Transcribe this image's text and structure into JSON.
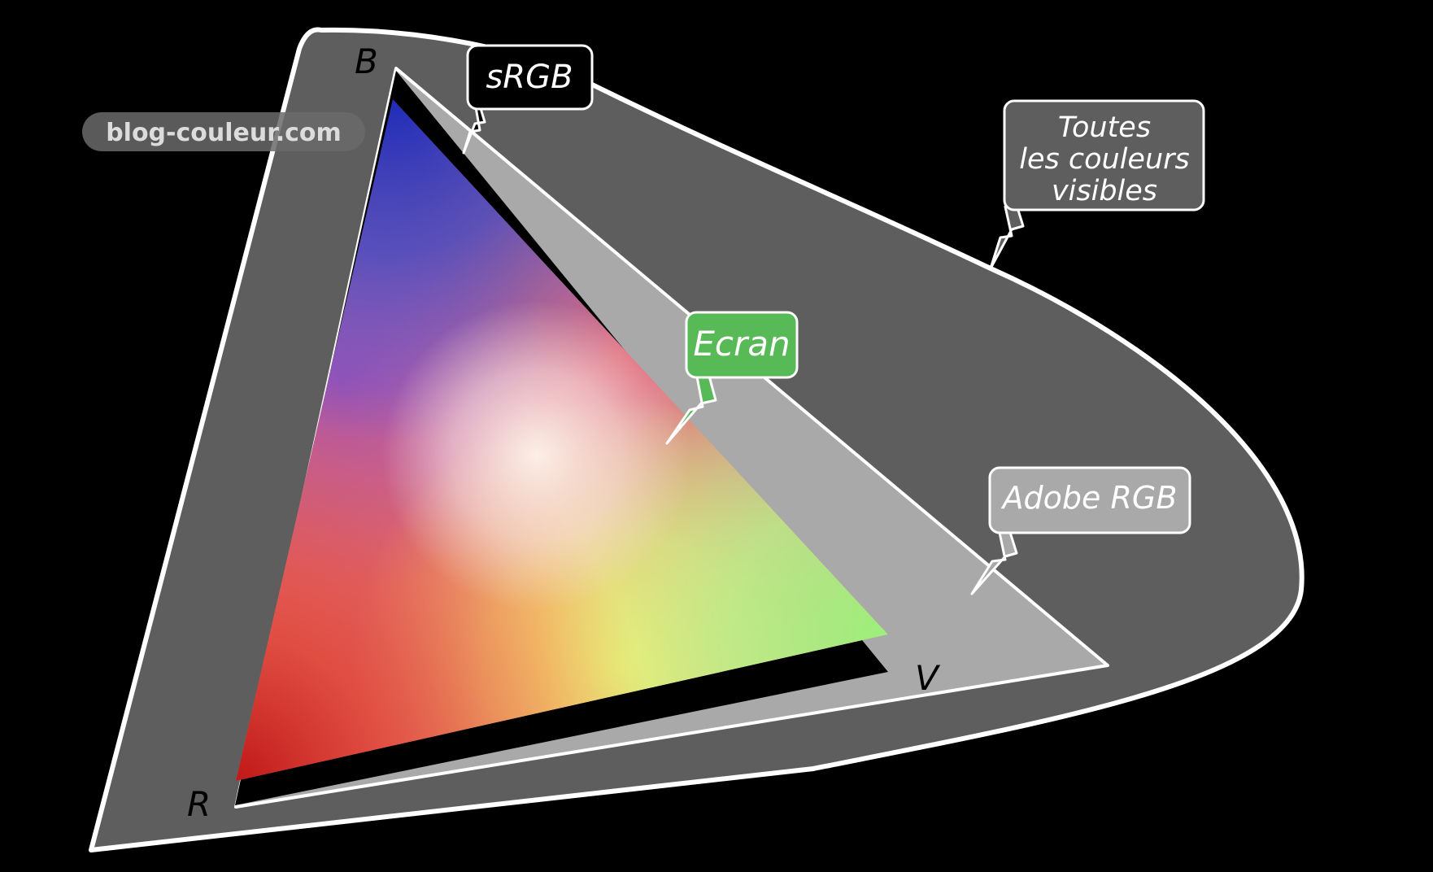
{
  "vertices": {
    "blue": "B",
    "red": "R",
    "green": "V"
  },
  "labels": {
    "srgb": "sRGB",
    "visible_line1": "Toutes",
    "visible_line2": "les couleurs",
    "visible_line3": "visibles",
    "screen": "Ecran",
    "adobe_rgb": "Adobe RGB"
  },
  "watermark": "blog-couleur.com",
  "colors": {
    "background": "#000000",
    "visible_gamut": "#5e5e5e",
    "adobe_rgb_gamut": "#a9a9a9",
    "srgb_gamut": "#000000",
    "screen_label": "#58b957",
    "outline": "#ffffff"
  }
}
